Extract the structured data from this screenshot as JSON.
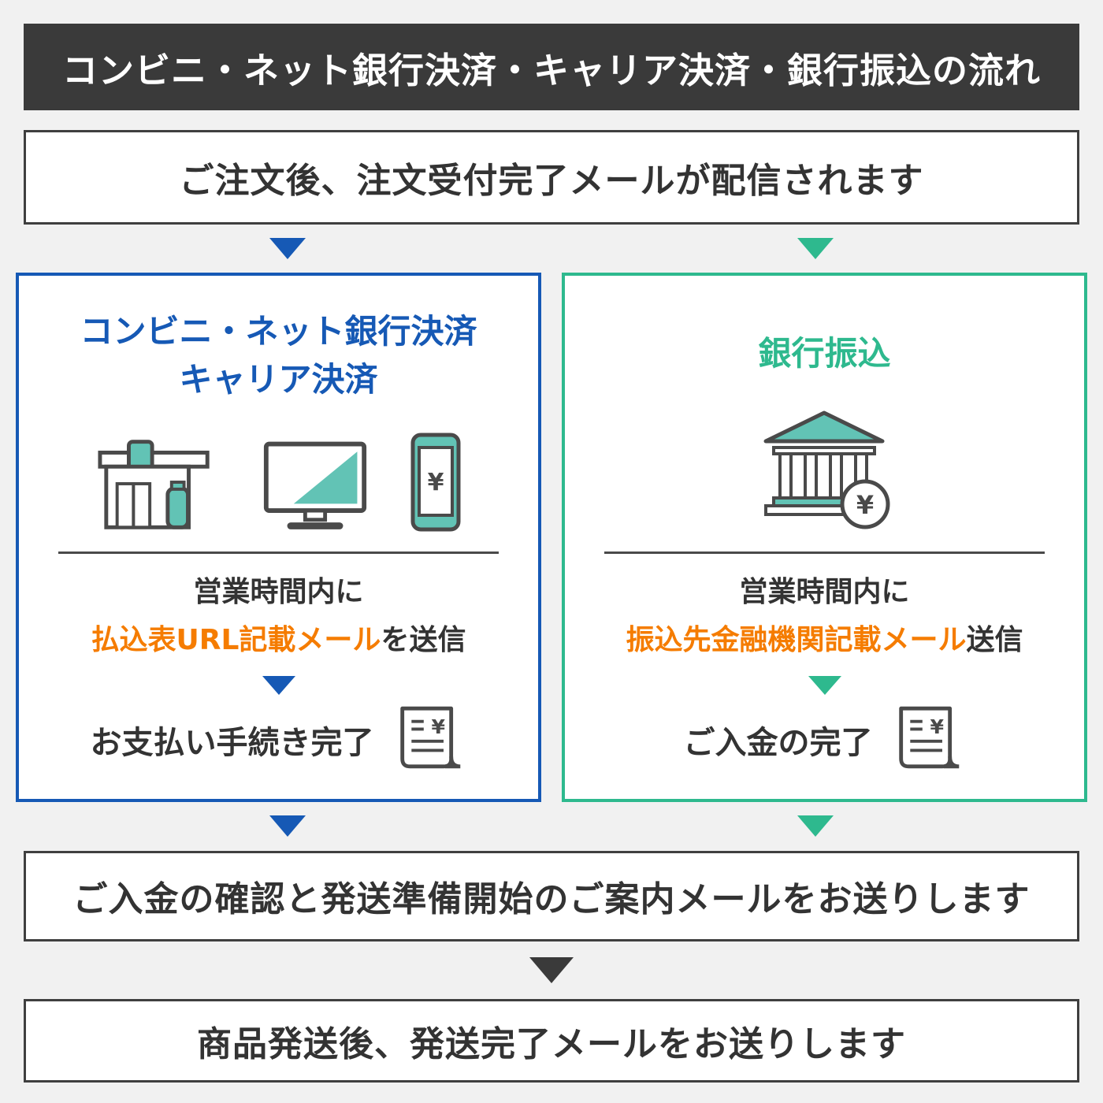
{
  "header": {
    "title": "コンビニ・ネット銀行決済・キャリア決済・銀行振込の流れ"
  },
  "steps": {
    "order": "ご注文後、注文受付完了メールが配信されます",
    "confirm": "ご入金の確認と発送準備開始のご案内メールをお送りします",
    "ship": "商品発送後、発送完了メールをお送りします"
  },
  "left": {
    "title_line1": "コンビニ・ネット銀行決済",
    "title_line2": "キャリア決済",
    "notice_line1": "営業時間内に",
    "notice_highlight": "払込表URL記載メール",
    "notice_suffix": "を送信",
    "complete_label": "お支払い手続き完了"
  },
  "right": {
    "title": "銀行振込",
    "notice_line1": "営業時間内に",
    "notice_highlight": "振込先金融機関記載メール",
    "notice_suffix": "送信",
    "complete_label": "ご入金の完了"
  },
  "icons": {
    "yen": "¥",
    "left_icons": [
      "convenience-store-icon",
      "computer-monitor-icon",
      "smartphone-icon",
      "receipt-icon"
    ],
    "right_icons": [
      "bank-icon",
      "receipt-icon"
    ]
  },
  "colors": {
    "blue": "#1659b5",
    "green": "#2eb98e",
    "orange": "#f57c00",
    "dark": "#3a3a3a",
    "teal_accent": "#62c3b5"
  }
}
